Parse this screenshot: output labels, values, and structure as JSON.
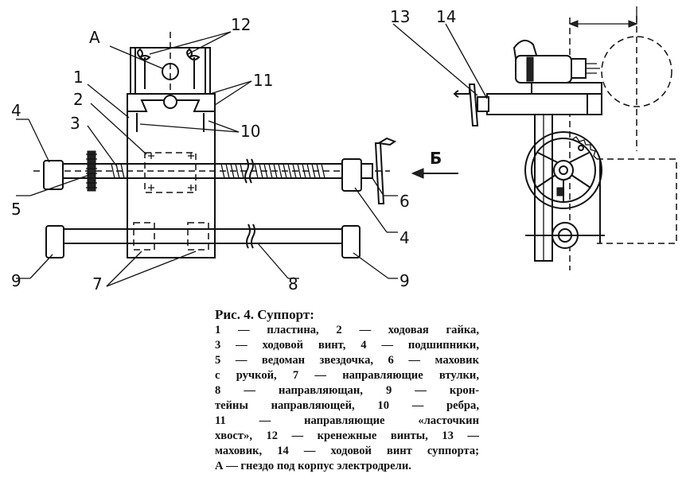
{
  "figure": {
    "left_view_labels": {
      "a": "А",
      "n1": "1",
      "n2": "2",
      "n3": "3",
      "n4_left": "4",
      "n4_right": "4",
      "n5": "5",
      "n6": "6",
      "n7": "7",
      "n8": "8",
      "n9_left": "9",
      "n9_right": "9",
      "n10": "10",
      "n11": "11",
      "n12": "12"
    },
    "right_view_labels": {
      "n13": "13",
      "n14": "14",
      "b": "Б"
    }
  },
  "caption": {
    "title": "Рис. 4. Суппорт:",
    "lines": [
      "1 — пластина, 2 — ходовая гайка,",
      "3 — ходовой винт, 4 — подшипники,",
      "5 — ведоман звездочка, 6 — маховик",
      "с ручкой, 7 — направляющие втулки,",
      "8 — направляющан, 9 — крон-",
      "тейны направляющей, 10 — ребра,",
      "11 — направляющие «ласточкин",
      "хвост», 12 — кренежные винты, 13 —",
      "маховик, 14 — ходовой винт суппорта;",
      "А — гнездо под корпус электродрели."
    ]
  }
}
